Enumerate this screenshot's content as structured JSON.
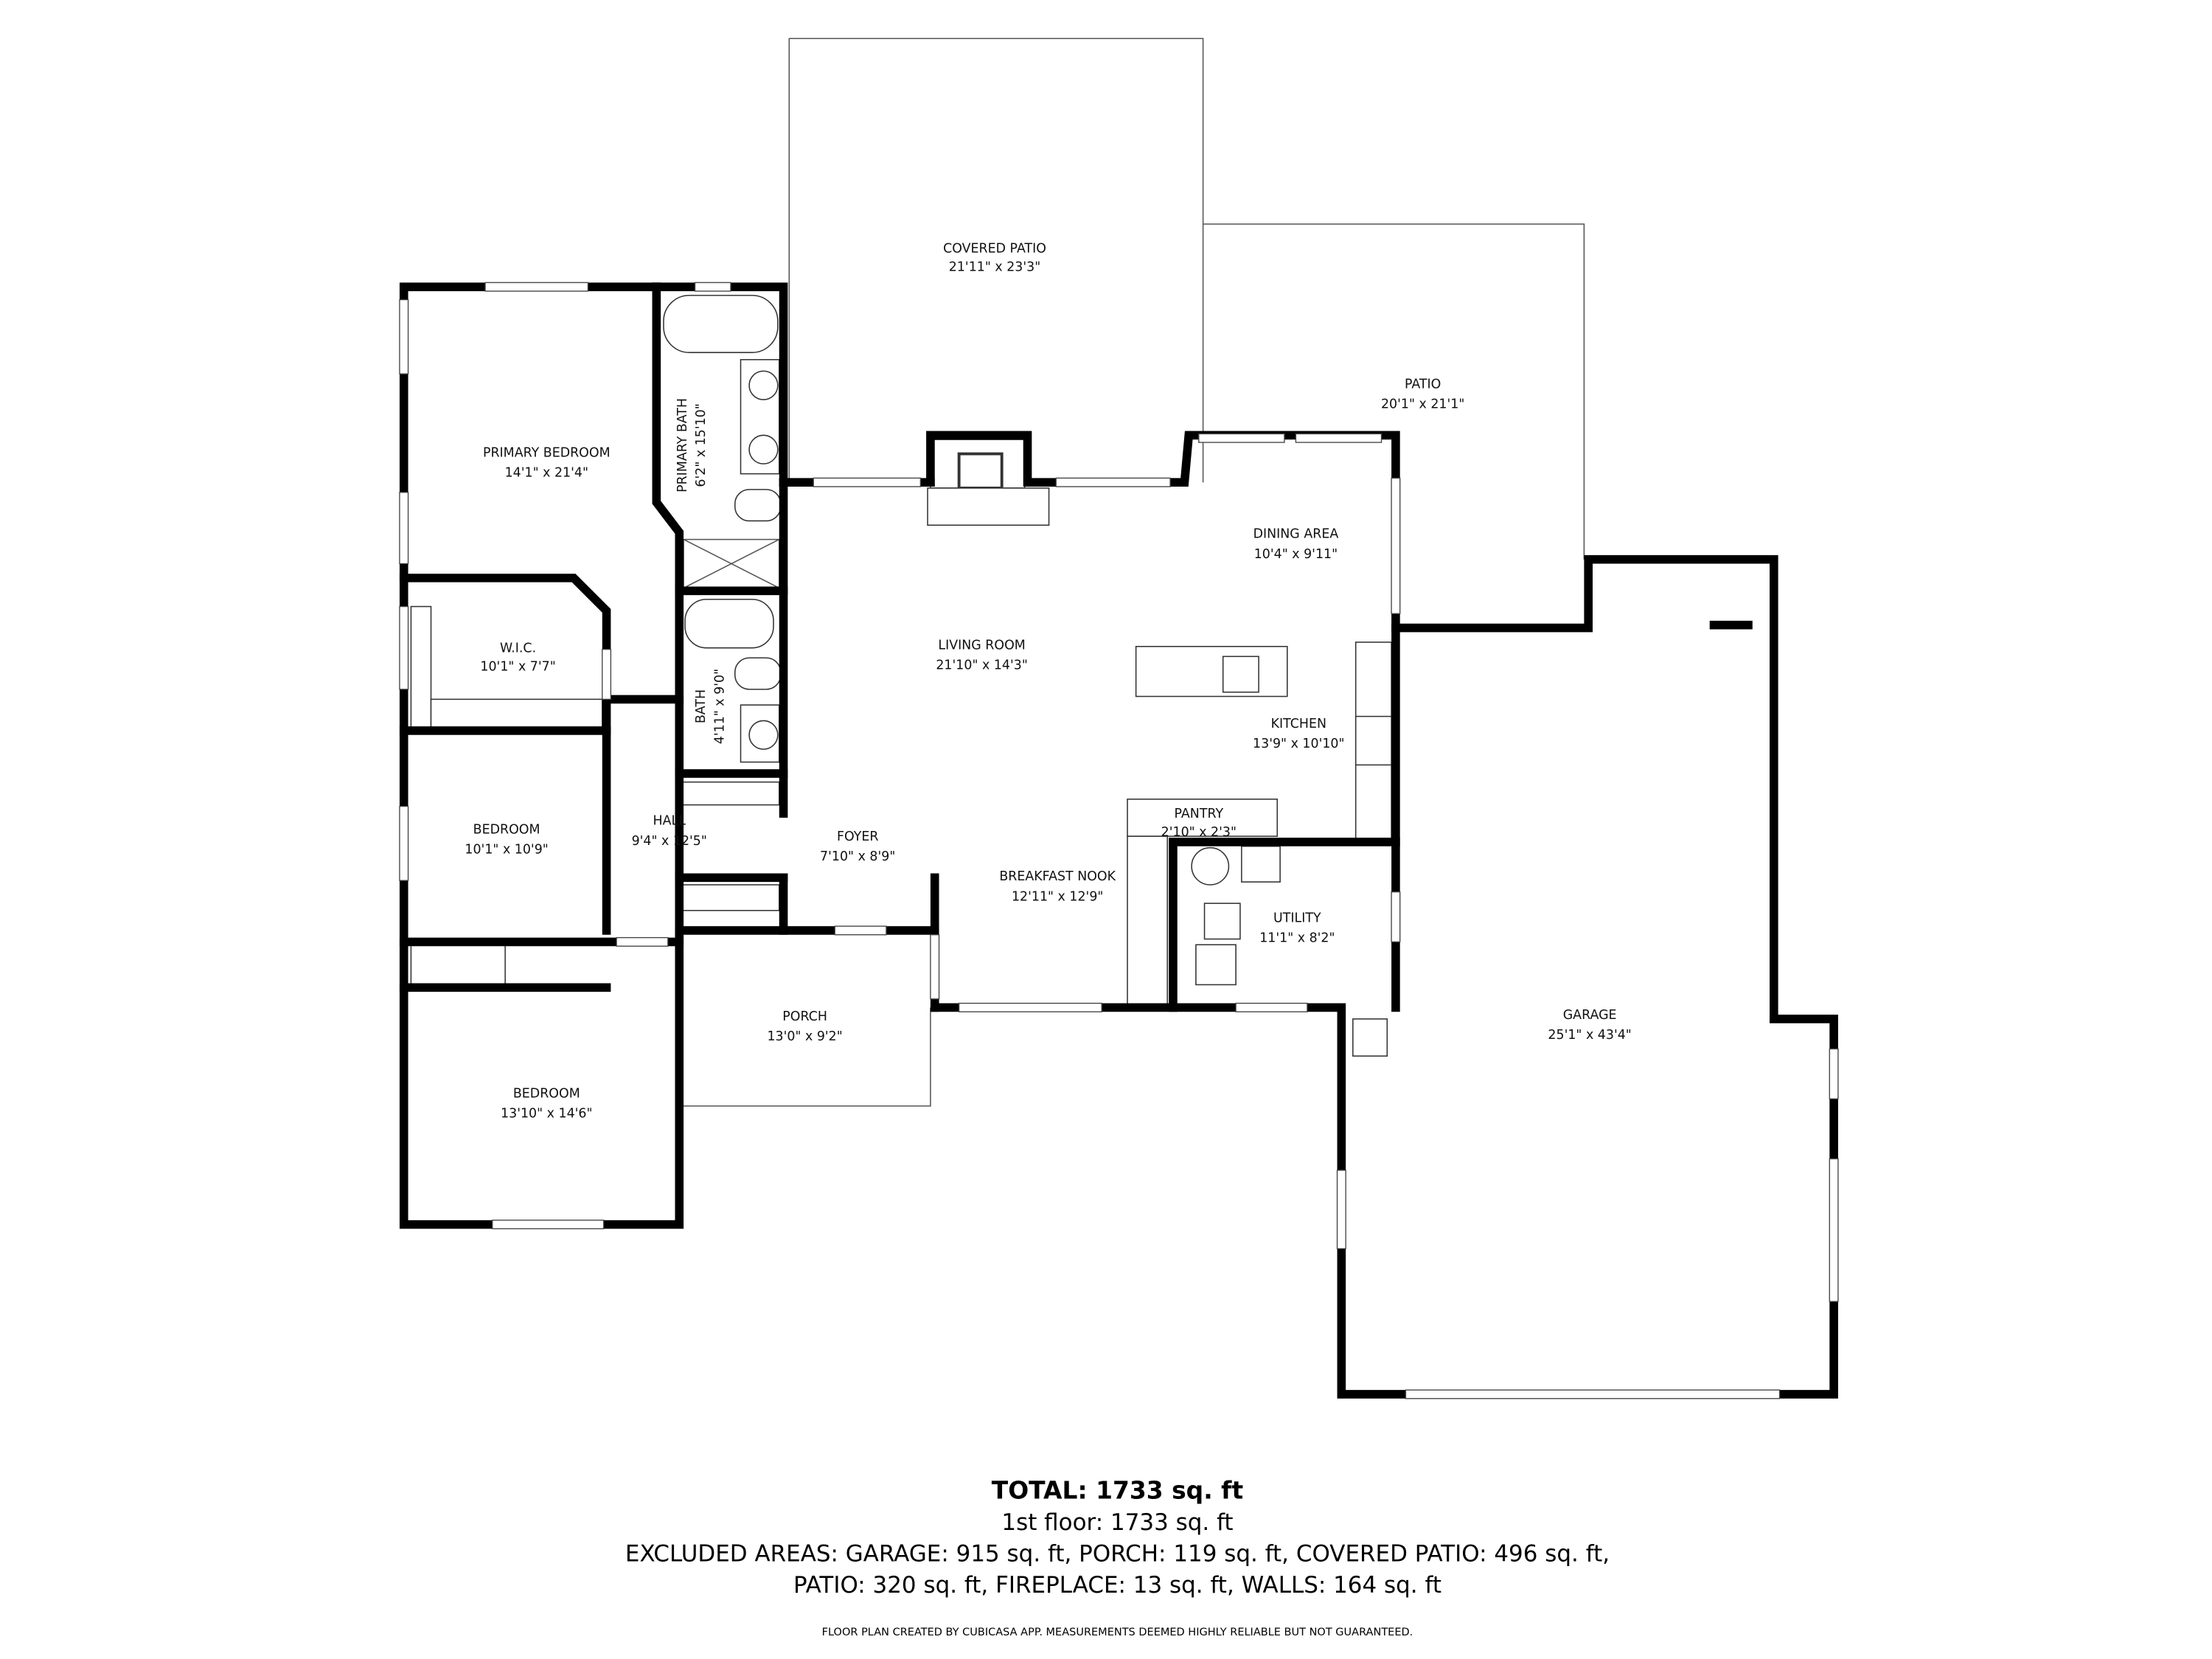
{
  "rooms": [
    {
      "name": "COVERED PATIO",
      "dims": "21'11\" x 23'3\""
    },
    {
      "name": "PATIO",
      "dims": "20'1\" x 21'1\""
    },
    {
      "name": "PRIMARY BEDROOM",
      "dims": "14'1\" x 21'4\""
    },
    {
      "name": "PRIMARY BATH",
      "dims": "6'2\" x 15'10\""
    },
    {
      "name": "W.I.C.",
      "dims": "10'1\" x 7'7\""
    },
    {
      "name": "BATH",
      "dims": "4'11\" x 9'0\""
    },
    {
      "name": "DINING AREA",
      "dims": "10'4\" x 9'11\""
    },
    {
      "name": "LIVING ROOM",
      "dims": "21'10\" x 14'3\""
    },
    {
      "name": "KITCHEN",
      "dims": "13'9\" x 10'10\""
    },
    {
      "name": "BEDROOM",
      "dims": "10'1\" x 10'9\""
    },
    {
      "name": "HALL",
      "dims": "9'4\" x 12'5\""
    },
    {
      "name": "FOYER",
      "dims": "7'10\" x 8'9\""
    },
    {
      "name": "PANTRY",
      "dims": "2'10\" x 2'3\""
    },
    {
      "name": "BREAKFAST NOOK",
      "dims": "12'11\" x 12'9\""
    },
    {
      "name": "UTILITY",
      "dims": "11'1\" x 8'2\""
    },
    {
      "name": "PORCH",
      "dims": "13'0\" x 9'2\""
    },
    {
      "name": "GARAGE",
      "dims": "25'1\" x 43'4\""
    },
    {
      "name": "BEDROOM",
      "dims": "13'10\" x 14'6\""
    }
  ],
  "summary": {
    "total": "TOTAL: 1733 sq. ft",
    "floor": "1st floor: 1733 sq. ft",
    "excluded_1": "EXCLUDED AREAS: GARAGE: 915 sq. ft, PORCH: 119 sq. ft, COVERED PATIO: 496 sq. ft,",
    "excluded_2": "PATIO: 320 sq. ft, FIREPLACE: 13 sq. ft, WALLS: 164 sq. ft",
    "disclaimer": "FLOOR PLAN CREATED BY CUBICASA APP. MEASUREMENTS DEEMED HIGHLY RELIABLE BUT NOT GUARANTEED."
  }
}
